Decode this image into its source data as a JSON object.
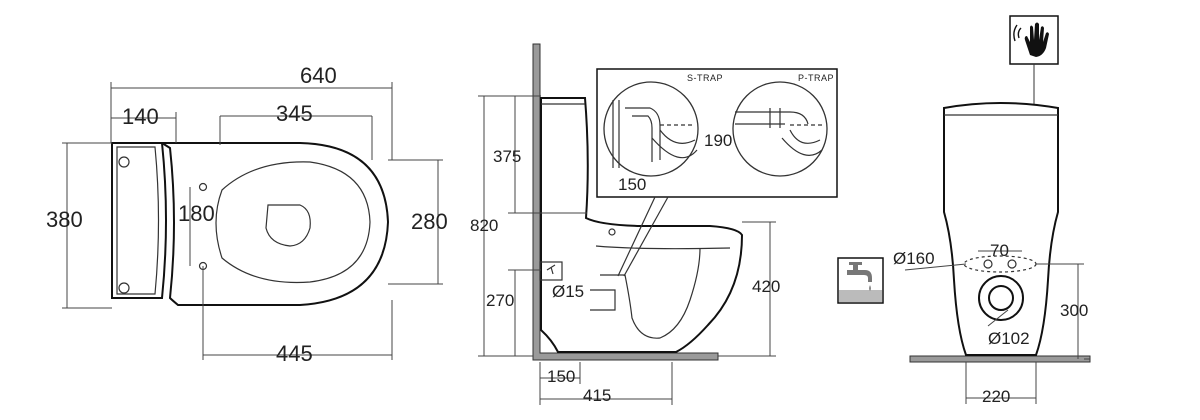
{
  "plan_view": {
    "overall_length": "640",
    "cistern_depth": "140",
    "seat_length": "345",
    "overall_width": "380",
    "fixing_spacing": "180",
    "bowl_width": "280",
    "fixing_to_front": "445"
  },
  "side_view": {
    "cistern_height": "375",
    "overall_height": "820",
    "inlet_height": "270",
    "inlet_diameter": "Ø15",
    "outlet_height": "420",
    "wall_to_inlet": "150",
    "wall_to_outlet": "415"
  },
  "inset": {
    "s_trap_label": "S-TRAP",
    "p_trap_label": "P-TRAP",
    "s_trap_dim": "150",
    "p_trap_dim": "190"
  },
  "rear_view": {
    "duct_diameter": "Ø160",
    "hole_spacing": "70",
    "outlet_diameter": "Ø102",
    "outlet_height": "300",
    "base_width": "220"
  },
  "icons": {
    "top_right": "touchless-hand-icon",
    "left_of_rear": "water-tap-icon"
  }
}
